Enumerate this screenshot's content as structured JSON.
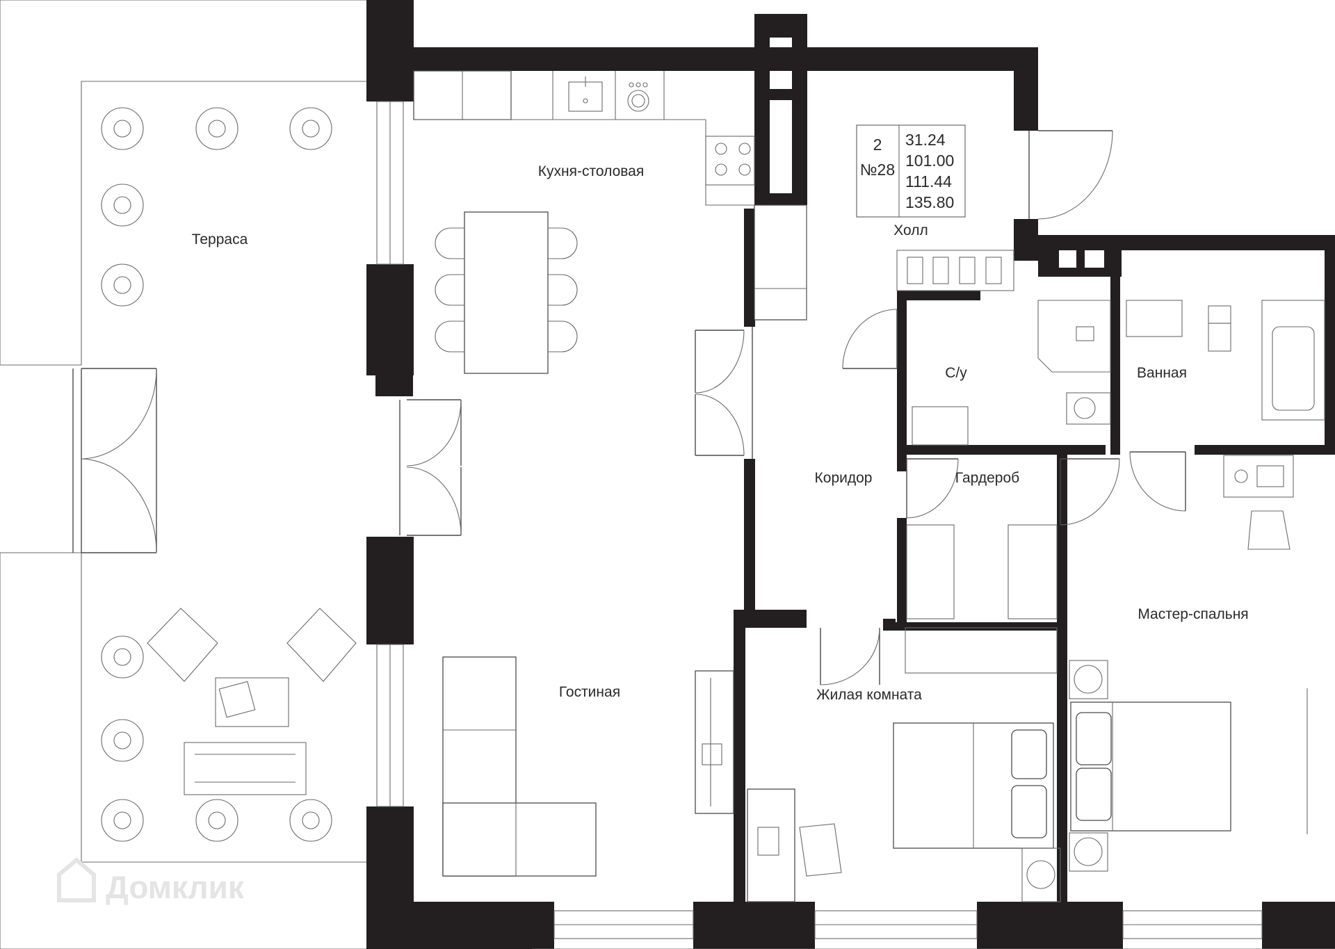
{
  "plan": {
    "rooms": {
      "terrace": "Терраса",
      "kitchen": "Кухня-столовая",
      "hall": "Холл",
      "wc": "С/у",
      "bathroom": "Ванная",
      "corridor": "Коридор",
      "wardrobe": "Гардероб",
      "living": "Гостиная",
      "room": "Жилая комната",
      "master": "Мастер-спальня"
    },
    "info": {
      "rooms_count": "2",
      "apartment_number": "№28",
      "area_living": "31.24",
      "area_total": "101.00",
      "area_with_balcony": "111.44",
      "area_with_terrace": "135.80"
    }
  },
  "watermark": {
    "text": "Домклик"
  },
  "colors": {
    "wall": "#231f20",
    "line": "#4a4a4a"
  }
}
